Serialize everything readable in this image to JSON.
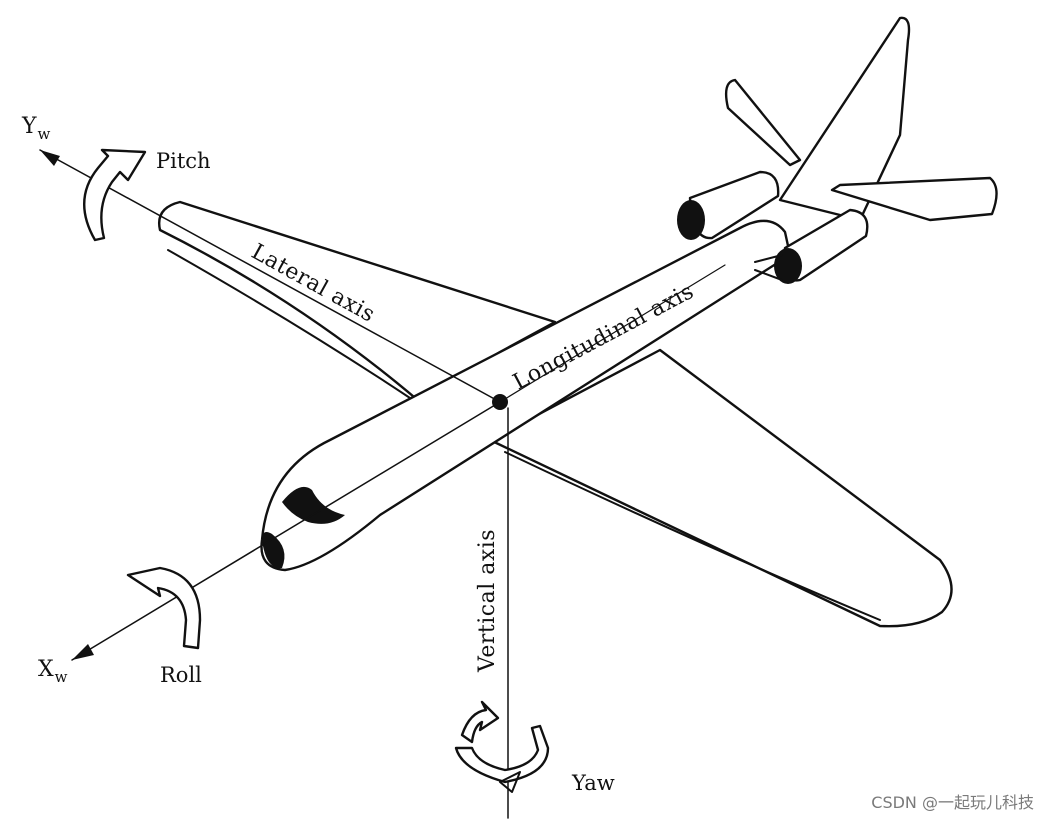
{
  "labels": {
    "yw_main": "Y",
    "yw_sub": "w",
    "pitch": "Pitch",
    "lateral_axis": "Lateral axis",
    "longitudinal_axis": "Longitudinal axis",
    "vertical_axis": "Vertical axis",
    "xw_main": "X",
    "xw_sub": "w",
    "roll": "Roll",
    "yaw": "Yaw"
  },
  "watermark": "CSDN @一起玩儿科技",
  "colors": {
    "ink": "#111111",
    "background": "#ffffff",
    "watermark": "#7a7a7a"
  }
}
